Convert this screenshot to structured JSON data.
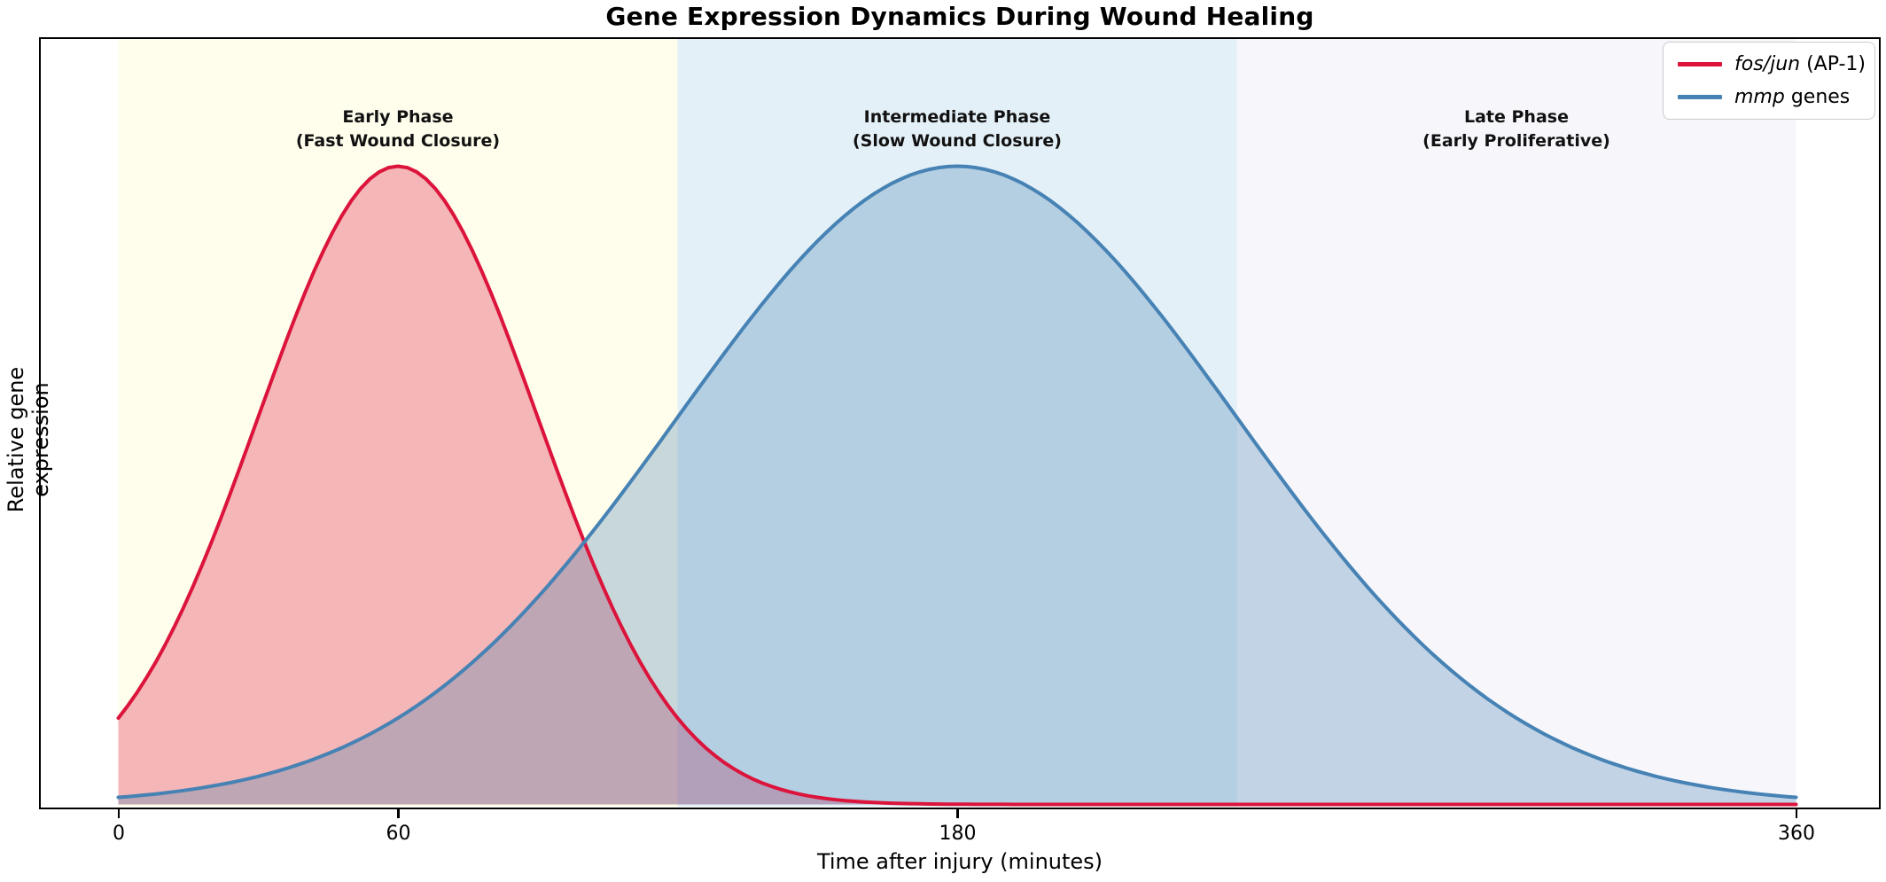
{
  "chart": {
    "title": "Gene Expression Dynamics During Wound Healing",
    "xlabel": "Time after injury (minutes)",
    "ylabel": "Relative gene expression"
  },
  "chart_data": {
    "type": "area",
    "title": "Gene Expression Dynamics During Wound Healing",
    "xlabel": "Time after injury (minutes)",
    "ylabel": "Relative gene expression",
    "x_unit": "minutes",
    "xlim": [
      -18,
      378
    ],
    "ylim": [
      -0.01,
      1.21
    ],
    "x_ticks": [
      0,
      60,
      180,
      360
    ],
    "y_ticks": [],
    "grid": false,
    "legend_position": "upper right",
    "x_samples": [
      0,
      10,
      20,
      30,
      40,
      50,
      60,
      70,
      80,
      90,
      100,
      110,
      120,
      130,
      140,
      150,
      160,
      170,
      180,
      190,
      200,
      210,
      220,
      230,
      240,
      250,
      260,
      270,
      280,
      290,
      300,
      310,
      320,
      330,
      340,
      350,
      360
    ],
    "series": [
      {
        "name": "fos/jun (AP-1)",
        "color": "#DC143C",
        "fill_alpha": 0.3,
        "line_width": 4,
        "shape": "gaussian",
        "peak_time_min": 60,
        "sigma_min": 30,
        "peak_value": 1.0,
        "values": [
          0.135,
          0.249,
          0.411,
          0.607,
          0.801,
          0.946,
          1.0,
          0.946,
          0.801,
          0.607,
          0.411,
          0.249,
          0.135,
          0.066,
          0.029,
          0.011,
          0.004,
          0.001,
          0.0003,
          0.0001,
          0,
          0,
          0,
          0,
          0,
          0,
          0,
          0,
          0,
          0,
          0,
          0,
          0,
          0,
          0,
          0,
          0
        ]
      },
      {
        "name": "mmp genes",
        "color": "#4682B4",
        "fill_alpha": 0.3,
        "line_width": 4,
        "shape": "gaussian",
        "peak_time_min": 180,
        "sigma_min": 60,
        "peak_value": 1.0,
        "values": [
          0.011,
          0.018,
          0.028,
          0.044,
          0.066,
          0.096,
          0.135,
          0.186,
          0.249,
          0.325,
          0.411,
          0.506,
          0.607,
          0.707,
          0.801,
          0.882,
          0.946,
          0.986,
          1.0,
          0.986,
          0.946,
          0.882,
          0.801,
          0.707,
          0.607,
          0.506,
          0.411,
          0.325,
          0.249,
          0.186,
          0.135,
          0.096,
          0.066,
          0.044,
          0.028,
          0.018,
          0.011
        ]
      }
    ],
    "phases": [
      {
        "line1": "Early Phase",
        "line2": "(Fast Wound Closure)",
        "t_start": 0,
        "t_end": 120,
        "band_color": "#FFFDEB"
      },
      {
        "line1": "Intermediate Phase",
        "line2": "(Slow Wound Closure)",
        "t_start": 120,
        "t_end": 240,
        "band_color": "#E4F0F7"
      },
      {
        "line1": "Late Phase",
        "line2": "(Early Proliferative)",
        "t_start": 240,
        "t_end": 360,
        "band_color": "#F6F6FB"
      }
    ]
  },
  "legend": {
    "items": [
      {
        "italic": "fos/jun",
        "regular": " (AP-1)",
        "color": "#DC143C"
      },
      {
        "italic": "mmp",
        "regular": " genes",
        "color": "#4682B4"
      }
    ]
  },
  "x_tick_labels": [
    "0",
    "60",
    "180",
    "360"
  ]
}
